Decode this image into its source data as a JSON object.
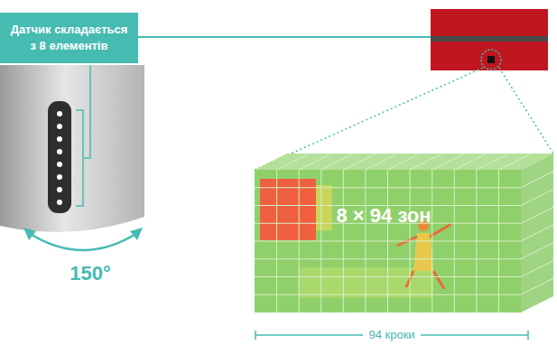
{
  "diagram": {
    "nodes": [
      {
        "text": [
          "Датчик складається з 8 елементів"
        ]
      }
    ],
    "labels": [
      "8 × 94 зон",
      "150°",
      "94 кроки"
    ]
  }
}
